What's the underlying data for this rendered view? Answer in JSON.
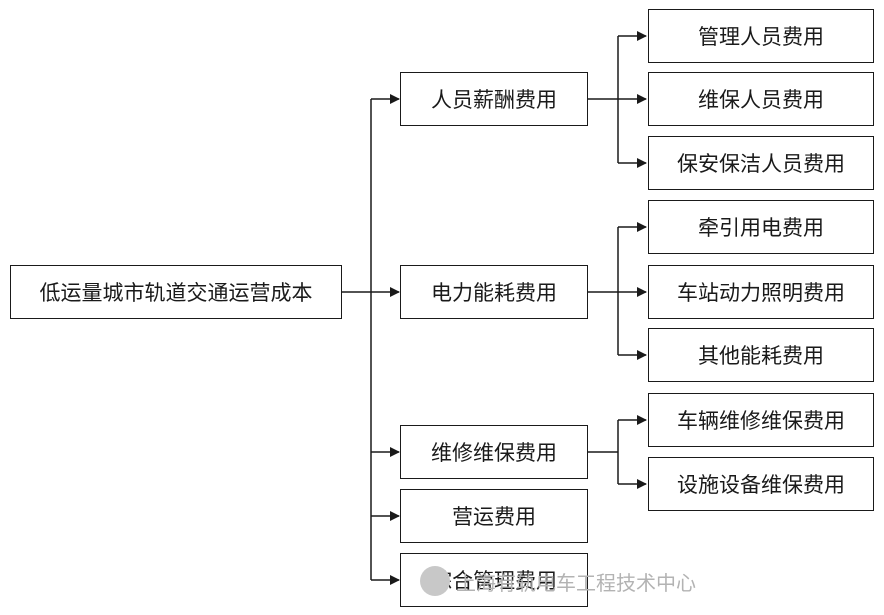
{
  "root": {
    "label": "低运量城市轨道交通运营成本"
  },
  "categories": [
    {
      "label": "人员薪酬费用",
      "items": [
        "管理人员费用",
        "维保人员费用",
        "保安保洁人员费用"
      ]
    },
    {
      "label": "电力能耗费用",
      "items": [
        "牵引用电费用",
        "车站动力照明费用",
        "其他能耗费用"
      ]
    },
    {
      "label": "维修维保费用",
      "items": [
        "车辆维修维保费用",
        "设施设备维保费用"
      ]
    },
    {
      "label": "营运费用",
      "items": []
    },
    {
      "label": "综合管理费用",
      "items": []
    }
  ],
  "watermark": {
    "text": "上海有轨电车工程技术中心"
  },
  "colors": {
    "line": "#1a1a1a",
    "box_border": "#1a1a1a",
    "watermark": "#b3b3b3"
  }
}
